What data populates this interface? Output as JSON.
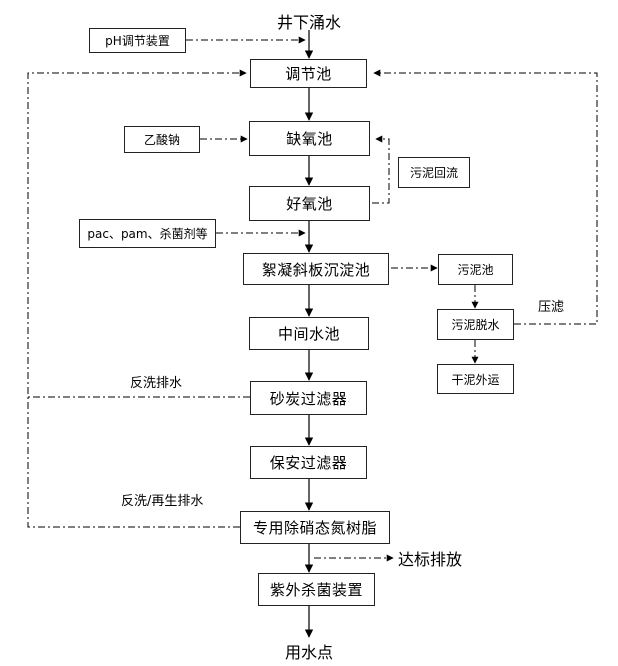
{
  "start_label": "井下涌水",
  "end_label": "用水点",
  "main": {
    "tiaojie": "调节池",
    "queyang": "缺氧池",
    "haoyang": "好氧池",
    "xuning": "絮凝斜板沉淀池",
    "zhongjian": "中间水池",
    "shatan": "砂炭过滤器",
    "baoan": "保安过滤器",
    "shuzhi": "专用除硝态氮树脂",
    "ziwai": "紫外杀菌装置"
  },
  "side": {
    "ph": "pH调节装置",
    "yisuanna": "乙酸钠",
    "pac": "pac、pam、杀菌剂等",
    "wuni_huiliu": "污泥回流",
    "wunichi": "污泥池",
    "wuni_tuoshui": "污泥脱水",
    "ganni": "干泥外运"
  },
  "labels": {
    "yalv": "压滤",
    "fanxi": "反洗排水",
    "fanxi_zaisheng": "反洗/再生排水",
    "dabiao": "达标排放"
  }
}
